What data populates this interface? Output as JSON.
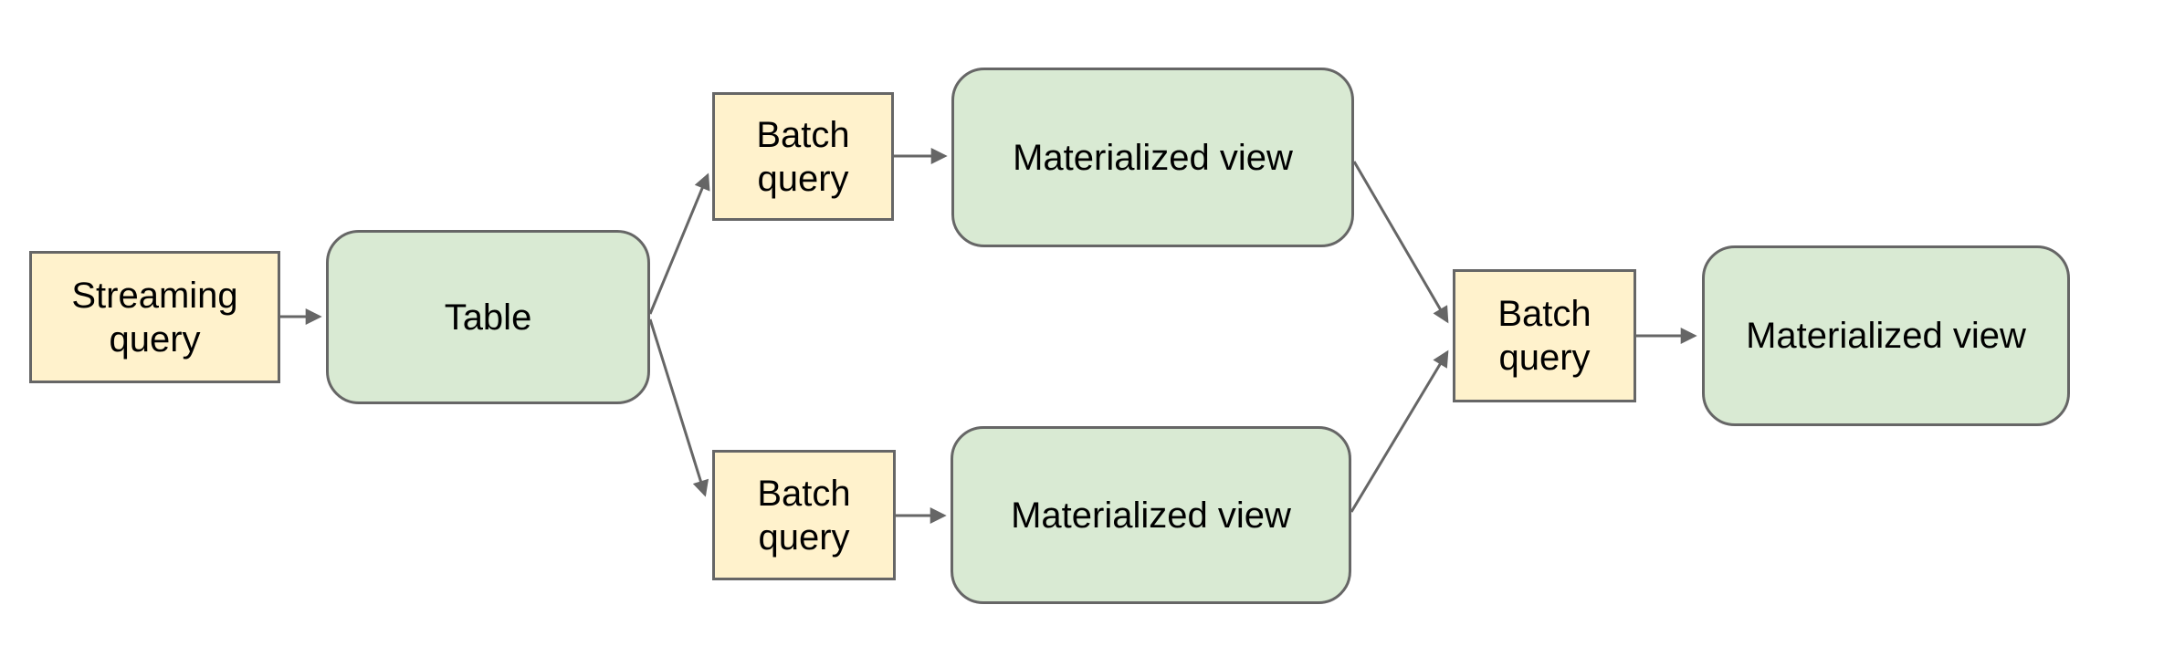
{
  "diagram": {
    "nodes": [
      {
        "id": "streaming-query",
        "label": "Streaming query",
        "type": "query"
      },
      {
        "id": "table",
        "label": "Table",
        "type": "view"
      },
      {
        "id": "batch-query-top",
        "label": "Batch query",
        "type": "query"
      },
      {
        "id": "mv-top",
        "label": "Materialized view",
        "type": "view"
      },
      {
        "id": "batch-query-bottom",
        "label": "Batch query",
        "type": "query"
      },
      {
        "id": "mv-bottom",
        "label": "Materialized view",
        "type": "view"
      },
      {
        "id": "batch-query-final",
        "label": "Batch query",
        "type": "query"
      },
      {
        "id": "mv-final",
        "label": "Materialized view",
        "type": "view"
      }
    ],
    "edges": [
      {
        "from": "streaming-query",
        "to": "table"
      },
      {
        "from": "table",
        "to": "batch-query-top"
      },
      {
        "from": "table",
        "to": "batch-query-bottom"
      },
      {
        "from": "batch-query-top",
        "to": "mv-top"
      },
      {
        "from": "batch-query-bottom",
        "to": "mv-bottom"
      },
      {
        "from": "mv-top",
        "to": "batch-query-final"
      },
      {
        "from": "mv-bottom",
        "to": "batch-query-final"
      },
      {
        "from": "batch-query-final",
        "to": "mv-final"
      }
    ],
    "colors": {
      "query_fill": "#FFF2CC",
      "view_fill": "#D9EAD3",
      "border": "#666666",
      "arrow": "#666666",
      "text": "#000000",
      "background": "#FFFFFF"
    }
  }
}
